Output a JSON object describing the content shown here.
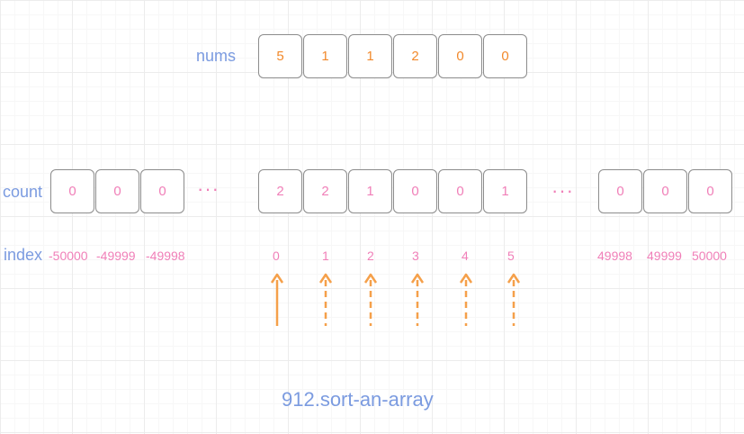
{
  "nums_label": "nums",
  "count_label": "count",
  "index_label": "index",
  "nums": [
    "5",
    "1",
    "1",
    "2",
    "0",
    "0"
  ],
  "count_left": [
    "0",
    "0",
    "0"
  ],
  "count_mid": [
    "2",
    "2",
    "1",
    "0",
    "0",
    "1"
  ],
  "count_right": [
    "0",
    "0",
    "0"
  ],
  "ellipsis": "···",
  "index_left": [
    "-50000",
    "-49999",
    "-49998"
  ],
  "index_mid": [
    "0",
    "1",
    "2",
    "3",
    "4",
    "5"
  ],
  "index_right": [
    "49998",
    "49999",
    "50000"
  ],
  "arrows": [
    {
      "style": "solid"
    },
    {
      "style": "dashed"
    },
    {
      "style": "dashed"
    },
    {
      "style": "dashed"
    },
    {
      "style": "dashed"
    },
    {
      "style": "dashed"
    }
  ],
  "caption": "912.sort-an-array",
  "colors": {
    "label": "#7b9be0",
    "nums_value": "#f2892b",
    "count_value": "#f07fb8",
    "index_value": "#f07fb8",
    "arrow": "#f5a04a",
    "cell_border": "#8c8c8c"
  }
}
